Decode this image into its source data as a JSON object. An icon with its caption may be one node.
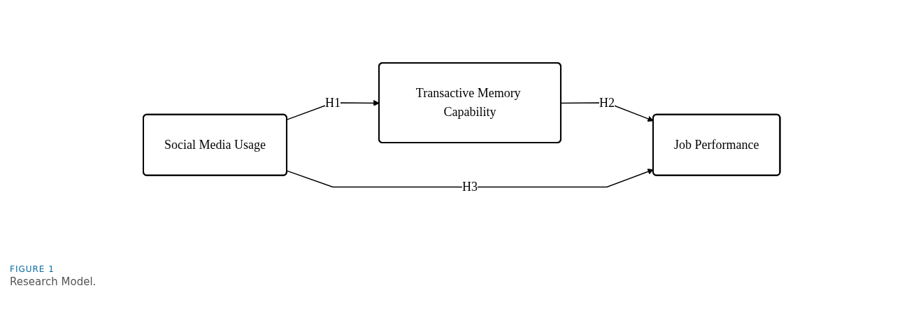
{
  "diagram": {
    "caption": "Research Model.",
    "nodes": [
      {
        "text": [
          "Transactive Memory Capability"
        ]
      },
      {
        "text": [
          "Social Media Usage"
        ]
      },
      {
        "text": [
          "Job Performance"
        ]
      }
    ],
    "edges": [
      {
        "from": 1,
        "to": 0,
        "arrow": "to",
        "label": "H1"
      },
      {
        "from": 0,
        "to": 2,
        "arrow": "to",
        "label": "H2"
      },
      {
        "from": 1,
        "to": 2,
        "arrow": "to",
        "label": "H3"
      }
    ],
    "labels": [
      "FIGURE 1"
    ]
  }
}
